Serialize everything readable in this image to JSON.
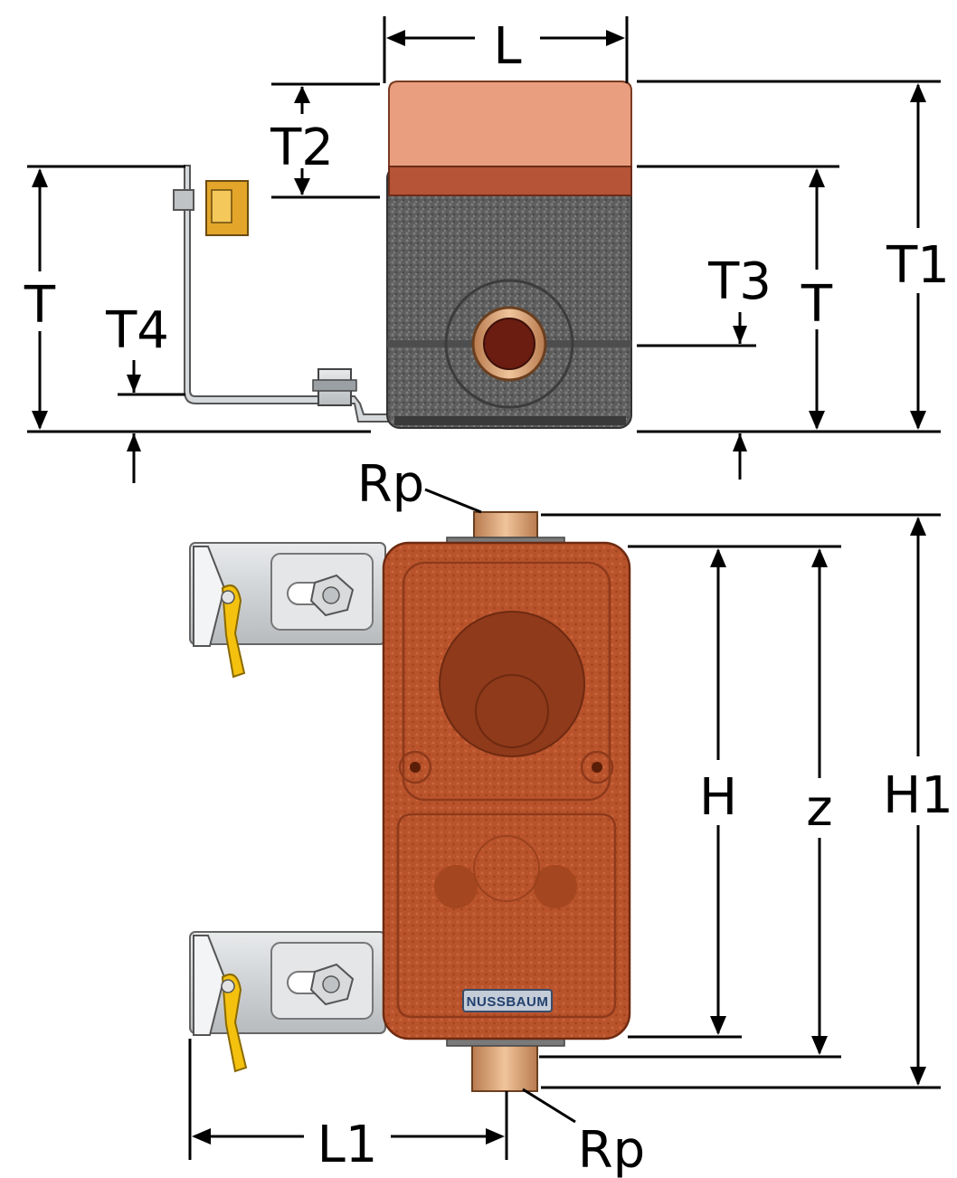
{
  "labels": {
    "L": "L",
    "T_left": "T",
    "T2": "T2",
    "T4": "T4",
    "T3": "T3",
    "T_right": "T",
    "T1": "T1",
    "Rp_top": "Rp",
    "H": "H",
    "z": "z",
    "H1": "H1",
    "L1": "L1",
    "Rp_bottom": "Rp"
  },
  "brand": {
    "logo": "NUSSBAUM"
  },
  "colors": {
    "cover_top": "#e99a7c",
    "cover_band": "#b8563a",
    "insulation": "#5b5b5b",
    "body": "#b9532c",
    "body_dark": "#8e3a1b",
    "brass": "#d9a176",
    "steel": "#cfd2d4",
    "lever": "#f4c10f"
  }
}
